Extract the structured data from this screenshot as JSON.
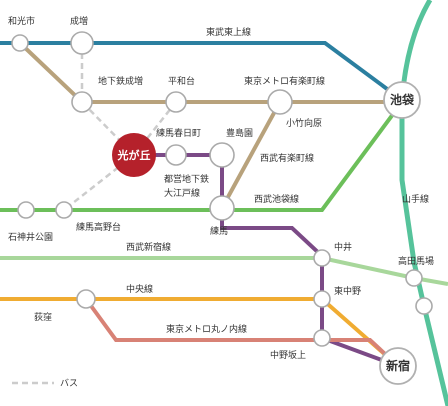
{
  "colors": {
    "tobu_tojo": "#2b7fa0",
    "chikatetsu_narimasu": "#b8a27c",
    "yurakucho": "#b8a27c",
    "seibu_ikebukuro": "#6cbf5a",
    "seibu_yurakucho": "#b8a27c",
    "oedo": "#7b4a86",
    "seibu_shinjuku": "#a8d79b",
    "chuo": "#f0ac32",
    "marunouchi": "#d88276",
    "yamanote": "#56c39b",
    "bus": "#cccccc",
    "home_station": "#b5212b"
  },
  "lines": {
    "tobu_tojo": "東武東上線",
    "chikatetsu_narimasu": "地下鉄成増",
    "yurakucho": "東京メトロ有楽町線",
    "seibu_yurakucho": "西武有楽町線",
    "oedo": "都営地下鉄\n大江戸線",
    "oedo_line1": "都営地下鉄",
    "oedo_line2": "大江戸線",
    "seibu_ikebukuro": "西武池袋線",
    "yamanote": "山手線",
    "seibu_shinjuku": "西武新宿線",
    "chuo": "中央線",
    "marunouchi": "東京メトロ丸ノ内線"
  },
  "stations": {
    "wakoshi": "和光市",
    "narimasu": "成増",
    "heiwadai": "平和台",
    "hikarigaoka": "光が丘",
    "nerima_kasugacho": "練馬春日町",
    "toshimaen": "豊島園",
    "kotake_mukaihara": "小竹向原",
    "ikebukuro": "池袋",
    "shakujii_koen": "石神井公園",
    "nerima_takanodai": "練馬高野台",
    "nerima": "練馬",
    "nakai": "中井",
    "takadanobaba": "高田馬場",
    "ogikubo": "荻窪",
    "higashi_nakano": "東中野",
    "nakano_sakaue": "中野坂上",
    "shinjuku": "新宿"
  },
  "legend": {
    "bus": "バス"
  }
}
